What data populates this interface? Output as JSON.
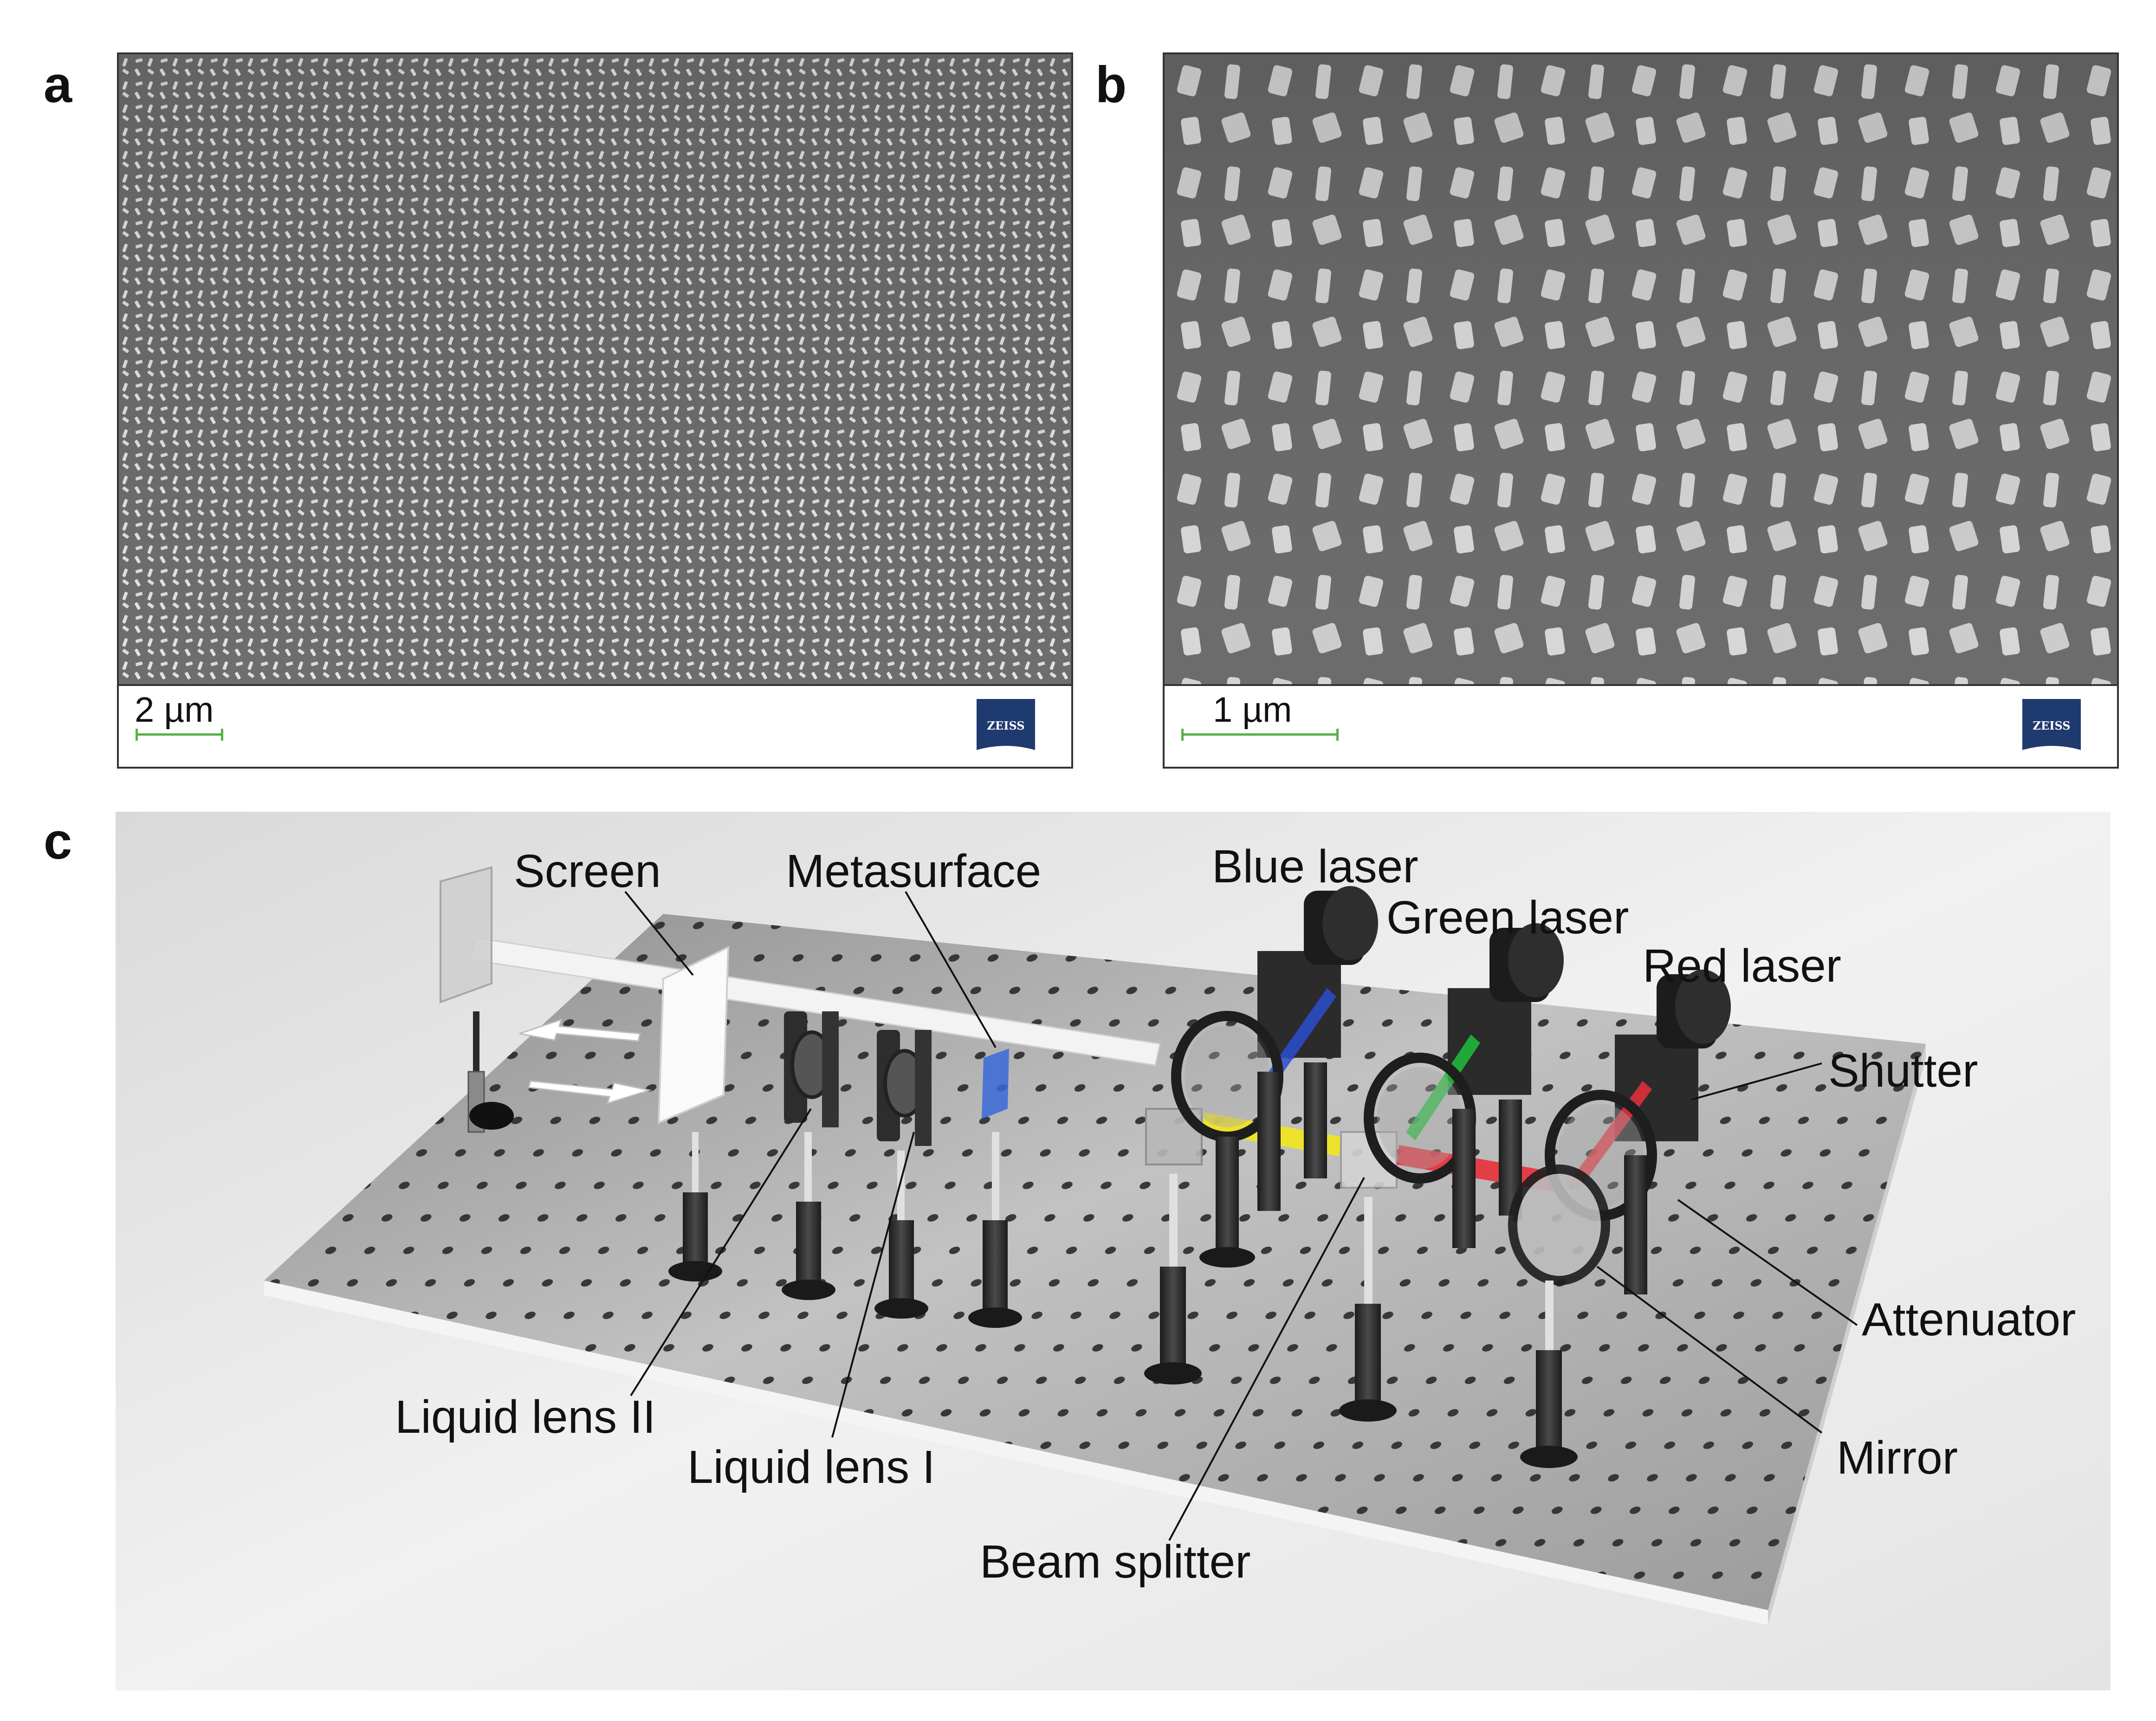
{
  "panels": {
    "a": {
      "letter": "a",
      "scale_label": "2 µm",
      "logo_text": "ZEISS"
    },
    "b": {
      "letter": "b",
      "scale_label": "1 µm",
      "logo_text": "ZEISS"
    },
    "c": {
      "letter": "c",
      "labels": {
        "screen": "Screen",
        "metasurface": "Metasurface",
        "blue_laser": "Blue laser",
        "green_laser": "Green laser",
        "red_laser": "Red laser",
        "shutter": "Shutter",
        "attenuator": "Attenuator",
        "mirror": "Mirror",
        "beam_splitter": "Beam splitter",
        "liquid_lens_1": "Liquid lens I",
        "liquid_lens_2": "Liquid lens II"
      }
    }
  },
  "colors": {
    "sem_background": "#6e6e6e",
    "nanofin": "#e6e6e6",
    "scale_bar": "#58b047",
    "zeiss_blue": "#1f3a6e",
    "blue_beam": "#2a4fd0",
    "green_beam": "#1fbf3a",
    "red_beam": "#e8303a",
    "yellow_beam": "#f2e51c",
    "table": "#a9a9a9"
  }
}
